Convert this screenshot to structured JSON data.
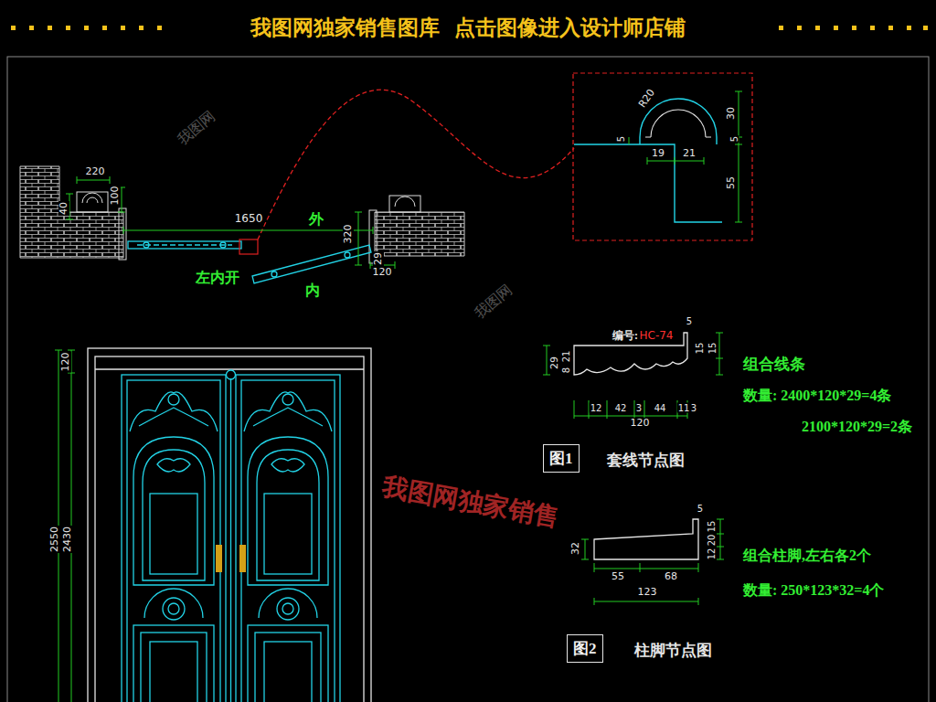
{
  "diagram": {
    "title": "我图网独家销售图库  点击图像进入设计师店铺",
    "nodes": [
      {
        "text": [
          "图1"
        ]
      },
      {
        "text": [
          "图2"
        ]
      }
    ],
    "labels": [
      "220",
      "100",
      "40",
      "1650",
      "外",
      "320",
      "29",
      "左内开",
      "内",
      "120",
      "R20",
      "30",
      "5",
      "19",
      "21",
      "5",
      "55",
      "编号:",
      "HC-74",
      "5",
      "29",
      "21",
      "8",
      "15",
      "15",
      "12",
      "42",
      "3",
      "44",
      "11",
      "3",
      "120",
      "组合线条",
      "数量: 2400*120*29=4条",
      "2100*120*29=2条",
      "套线节点图",
      "5",
      "32",
      "15",
      "20",
      "12",
      "55",
      "68",
      "123",
      "组合柱脚,左右各2个",
      "数量: 250*123*32=4个",
      "柱脚节点图",
      "120",
      "2550",
      "2430",
      "我图网独家销售",
      "我图网",
      "我图网"
    ]
  }
}
